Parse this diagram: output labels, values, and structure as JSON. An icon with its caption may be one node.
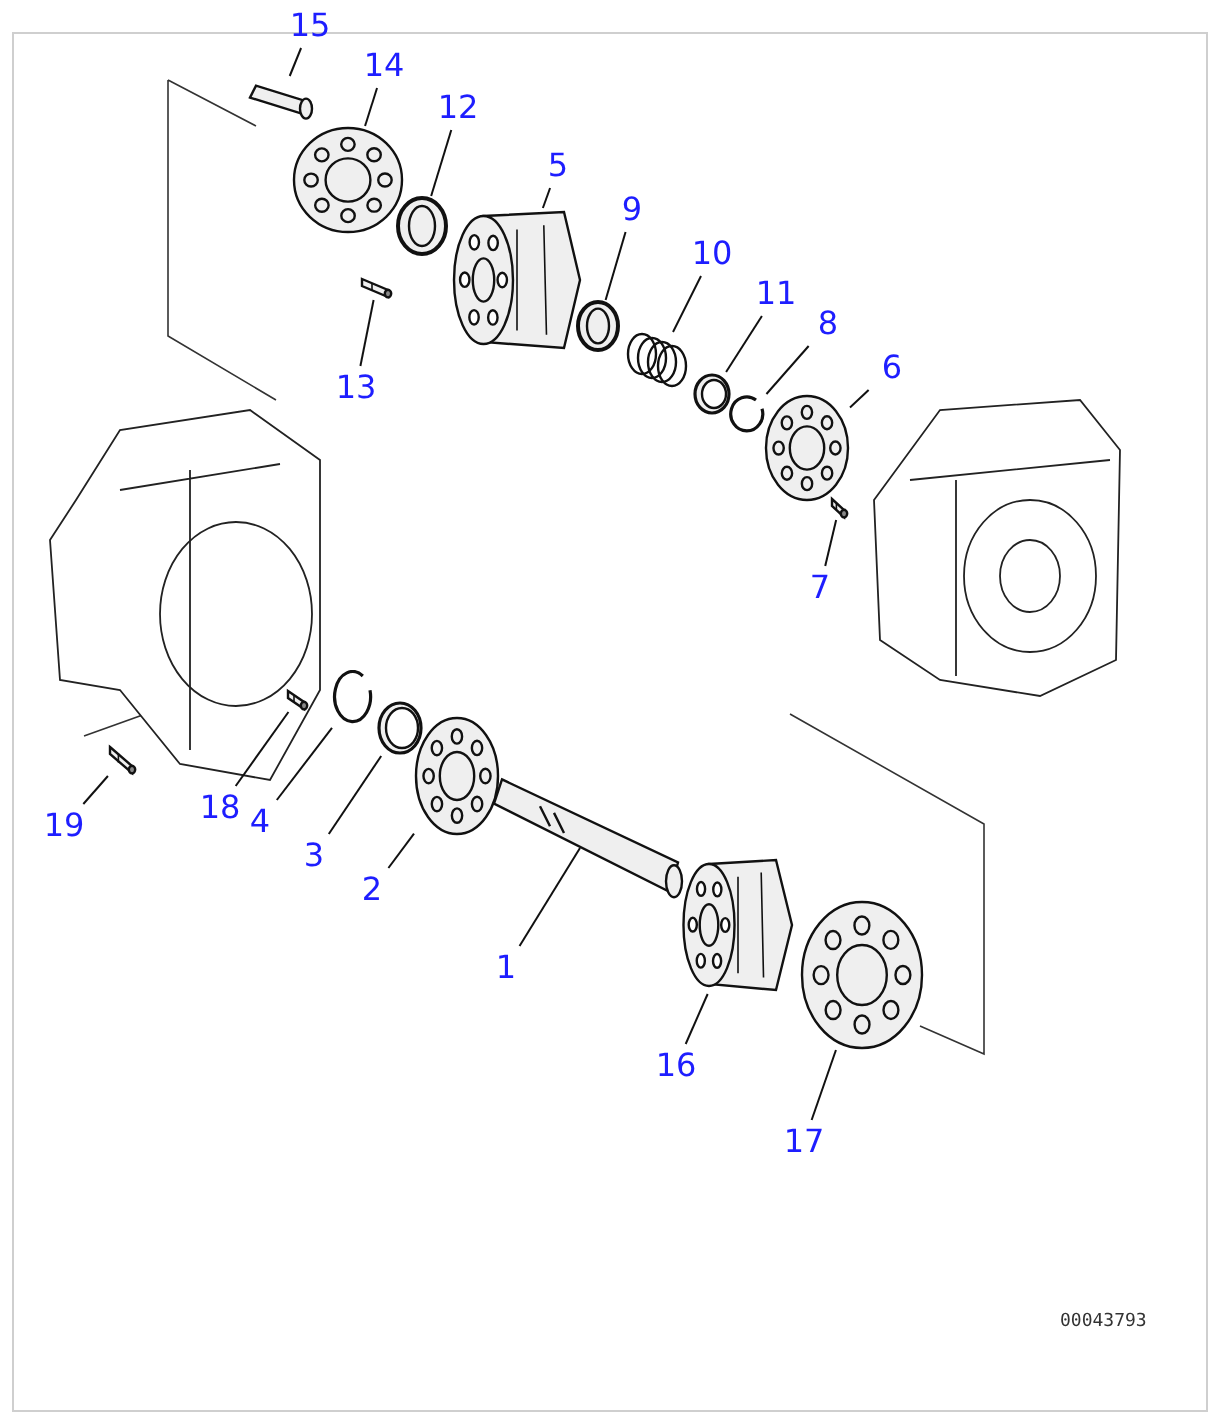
{
  "diagram": {
    "nodes": [
      {
        "text": [
          "15"
        ]
      },
      {
        "text": [
          "14"
        ]
      },
      {
        "text": [
          "12"
        ]
      },
      {
        "text": [
          "5"
        ]
      },
      {
        "text": [
          "9"
        ]
      },
      {
        "text": [
          "10"
        ]
      },
      {
        "text": [
          "11"
        ]
      },
      {
        "text": [
          "8"
        ]
      },
      {
        "text": [
          "6"
        ]
      },
      {
        "text": [
          "13"
        ]
      },
      {
        "text": [
          "7"
        ]
      },
      {
        "text": [
          "19"
        ]
      },
      {
        "text": [
          "18"
        ]
      },
      {
        "text": [
          "4"
        ]
      },
      {
        "text": [
          "3"
        ]
      },
      {
        "text": [
          "2"
        ]
      },
      {
        "text": [
          "1"
        ]
      },
      {
        "text": [
          "16"
        ]
      },
      {
        "text": [
          "17"
        ]
      },
      {
        "text": [],
        "shape": "picture"
      },
      {
        "text": [],
        "shape": "picture"
      },
      {
        "text": [],
        "shape": "picture"
      },
      {
        "text": [],
        "shape": "picture"
      },
      {
        "text": [],
        "shape": "picture"
      },
      {
        "text": [],
        "shape": "picture"
      },
      {
        "text": [],
        "shape": "picture"
      },
      {
        "text": [],
        "shape": "picture"
      },
      {
        "text": [],
        "shape": "picture"
      },
      {
        "text": [],
        "shape": "picture"
      },
      {
        "text": [],
        "shape": "picture"
      },
      {
        "text": [],
        "shape": "picture"
      },
      {
        "text": [],
        "shape": "picture"
      },
      {
        "text": [],
        "shape": "picture"
      },
      {
        "text": [],
        "shape": "picture"
      },
      {
        "text": [],
        "shape": "picture"
      },
      {
        "text": [],
        "shape": "picture"
      },
      {
        "text": [],
        "shape": "picture"
      },
      {
        "text": [],
        "shape": "picture"
      }
    ],
    "edges": [
      {
        "from": 0,
        "to": 19,
        "arrow": "none"
      },
      {
        "from": 1,
        "to": 20,
        "arrow": "none"
      },
      {
        "from": 2,
        "to": 21,
        "arrow": "none"
      },
      {
        "from": 3,
        "to": 22,
        "arrow": "none"
      },
      {
        "from": 4,
        "to": 23,
        "arrow": "none"
      },
      {
        "from": 5,
        "to": 24,
        "arrow": "none"
      },
      {
        "from": 6,
        "to": 25,
        "arrow": "none"
      },
      {
        "from": 7,
        "to": 26,
        "arrow": "none"
      },
      {
        "from": 8,
        "to": 27,
        "arrow": "none"
      },
      {
        "from": 9,
        "to": 28,
        "arrow": "none"
      },
      {
        "from": 10,
        "to": 29,
        "arrow": "none"
      },
      {
        "from": 11,
        "to": 30,
        "arrow": "none"
      },
      {
        "from": 12,
        "to": 31,
        "arrow": "none"
      },
      {
        "from": 13,
        "to": 32,
        "arrow": "none"
      },
      {
        "from": 14,
        "to": 33,
        "arrow": "none"
      },
      {
        "from": 15,
        "to": 34,
        "arrow": "none"
      },
      {
        "from": 16,
        "to": 35,
        "arrow": "none"
      },
      {
        "from": 17,
        "to": 36,
        "arrow": "none"
      },
      {
        "from": 18,
        "to": 37,
        "arrow": "none"
      }
    ],
    "labels": [
      "00043793"
    ]
  }
}
